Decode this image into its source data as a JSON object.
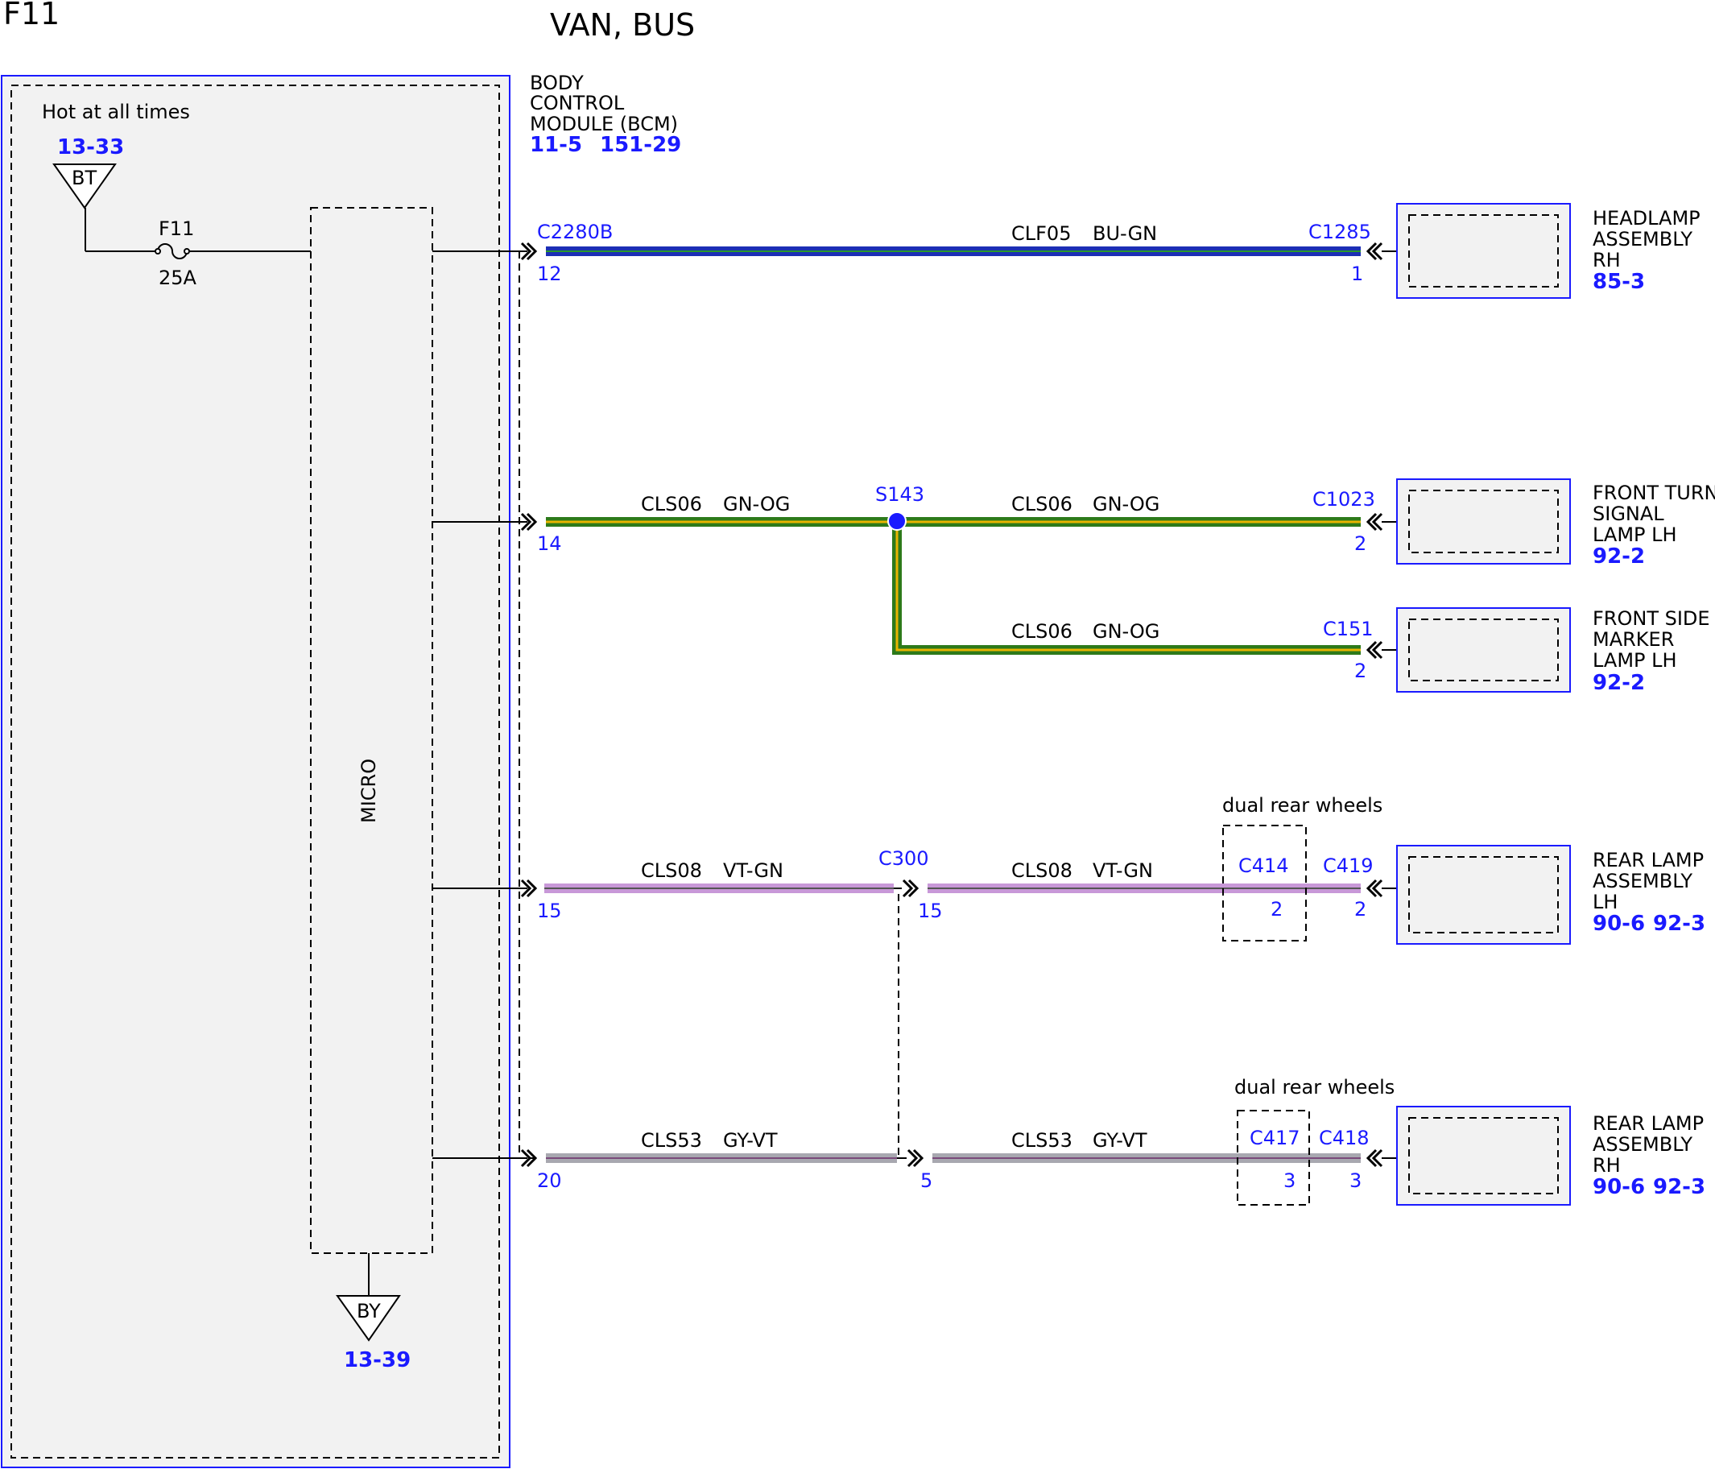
{
  "page_label": "F11",
  "title": "VAN, BUS",
  "hot_label": "Hot at all times",
  "bt": {
    "ref": "13-33",
    "symbol": "BT"
  },
  "by": {
    "ref": "13-39",
    "symbol": "BY"
  },
  "fuse": {
    "name": "F11",
    "rating": "25A"
  },
  "micro_label": "MICRO",
  "bcm": {
    "line1": "BODY",
    "line2": "CONTROL",
    "line3": "MODULE (BCM)",
    "ref1": "11-5",
    "ref2": "151-29"
  },
  "colors": {
    "blue": "#1a1aff",
    "bu_gn_outer": "#1c2fb5",
    "bu_gn_inner": "#2a9a2a",
    "gn_og_outer": "#2d7a1a",
    "gn_og_inner": "#e8b400",
    "vt_gn": "#c898d8",
    "gy_vt": "#a8a8b0",
    "panel": "#f2f2f2"
  },
  "circuits": [
    {
      "bcm_connector": "C2280B",
      "bcm_pin": "12",
      "circuit": "CLF05",
      "color": "BU-GN",
      "dev_connector": "C1285",
      "dev_pin": "1"
    },
    {
      "bcm_pin": "14",
      "circuit": "CLS06",
      "color": "GN-OG",
      "splice": "S143",
      "circuit2": "CLS06",
      "color2": "GN-OG",
      "dev_connector": "C1023",
      "dev_pin": "2"
    },
    {
      "circuit": "CLS06",
      "color": "GN-OG",
      "dev_connector": "C151",
      "dev_pin": "2"
    },
    {
      "bcm_pin": "15",
      "circuit": "CLS08",
      "color": "VT-GN",
      "inline_connector": "C300",
      "inline_pin": "15",
      "circuit2": "CLS08",
      "color2": "VT-GN",
      "option": "dual rear wheels",
      "option_connector": "C414",
      "option_pin": "2",
      "dev_connector": "C419",
      "dev_pin": "2"
    },
    {
      "bcm_pin": "20",
      "circuit": "CLS53",
      "color": "GY-VT",
      "inline_pin": "5",
      "circuit2": "CLS53",
      "color2": "GY-VT",
      "option": "dual rear wheels",
      "option_connector": "C417",
      "option_pin": "3",
      "dev_connector": "C418",
      "dev_pin": "3"
    }
  ],
  "devices": [
    {
      "lines": [
        "HEADLAMP",
        "ASSEMBLY",
        "RH"
      ],
      "refs": [
        "85-3"
      ]
    },
    {
      "lines": [
        "FRONT TURN",
        "SIGNAL",
        "LAMP LH"
      ],
      "refs": [
        "92-2"
      ]
    },
    {
      "lines": [
        "FRONT SIDE",
        "MARKER",
        "LAMP LH"
      ],
      "refs": [
        "92-2"
      ]
    },
    {
      "lines": [
        "REAR LAMP",
        "ASSEMBLY",
        "LH"
      ],
      "refs": [
        "90-6",
        "92-3"
      ]
    },
    {
      "lines": [
        "REAR LAMP",
        "ASSEMBLY",
        "RH"
      ],
      "refs": [
        "90-6",
        "92-3"
      ]
    }
  ]
}
